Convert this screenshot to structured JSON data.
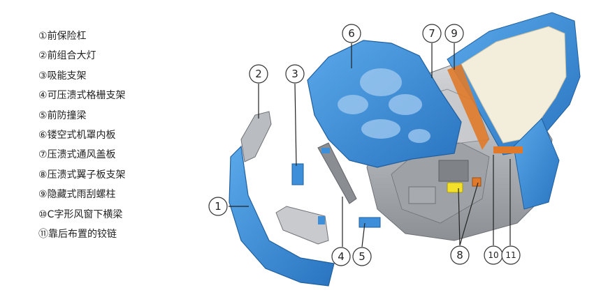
{
  "legend": [
    {
      "marker": "①",
      "text": "前保险杠"
    },
    {
      "marker": "②",
      "text": "前组合大灯"
    },
    {
      "marker": "③",
      "text": "吸能支架"
    },
    {
      "marker": "④",
      "text": "可压溃式格栅支架"
    },
    {
      "marker": "⑤",
      "text": "前防撞梁"
    },
    {
      "marker": "⑥",
      "text": "镂空式机罩内板"
    },
    {
      "marker": "⑦",
      "text": "压溃式通风盖板"
    },
    {
      "marker": "⑧",
      "text": "压溃式翼子板支架"
    },
    {
      "marker": "⑨",
      "text": "隐藏式雨刮螺柱"
    },
    {
      "marker": "⑩",
      "text": "C字形风窗下横梁"
    },
    {
      "marker": "⑪",
      "text": "靠后布置的铰链"
    }
  ],
  "callouts": {
    "c1": "1",
    "c2": "2",
    "c3": "3",
    "c4": "4",
    "c5": "5",
    "c6": "6",
    "c7": "7",
    "c8": "8",
    "c9": "9",
    "c10": "10",
    "c11": "11"
  },
  "colors": {
    "part_blue": "#3d8fd9",
    "part_blue_dark": "#2a6fb5",
    "gray_body": "#b9bcc0",
    "gray_dark": "#8a8d92",
    "windshield": "#f3eedb",
    "accent_orange": "#e07a2a",
    "accent_yellow": "#f2e02a"
  }
}
